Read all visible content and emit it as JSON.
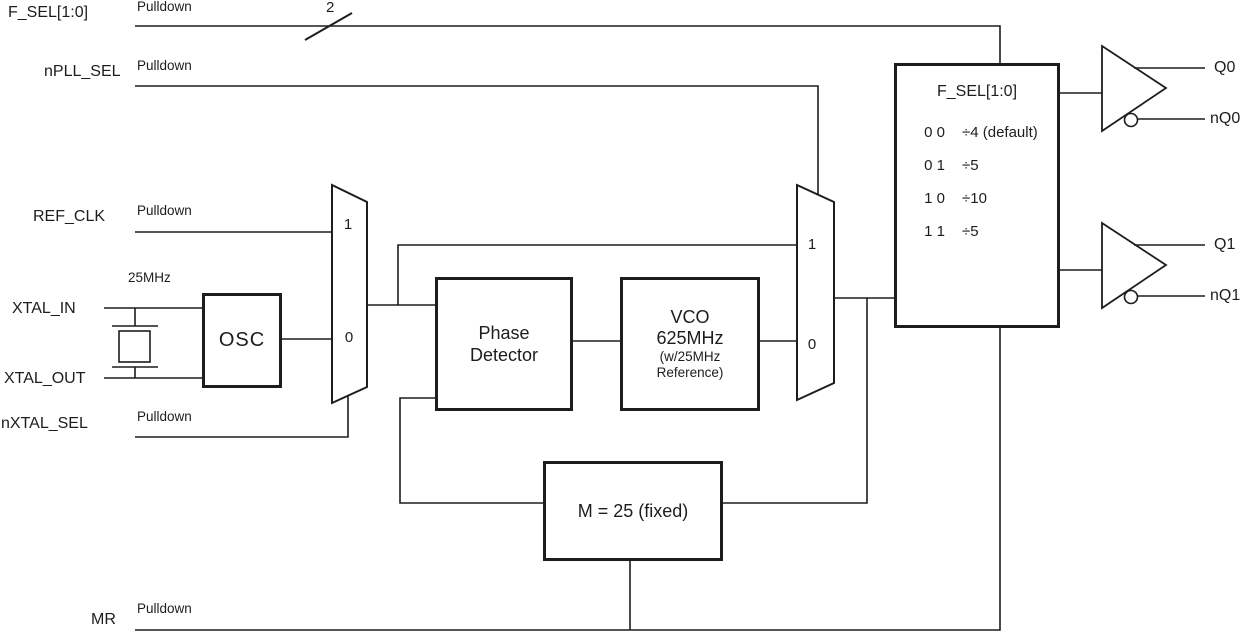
{
  "colors": {
    "ink": "#1d1d1b",
    "background": "#ffffff"
  },
  "inputs": {
    "f_sel": {
      "label": "F_SEL[1:0]",
      "pulldown": "Pulldown",
      "bus_width": "2"
    },
    "npll_sel": {
      "label": "nPLL_SEL",
      "pulldown": "Pulldown"
    },
    "ref_clk": {
      "label": "REF_CLK",
      "pulldown": "Pulldown"
    },
    "xtal_in": {
      "label": "XTAL_IN"
    },
    "xtal_out": {
      "label": "XTAL_OUT"
    },
    "nxtal_sel": {
      "label": "nXTAL_SEL",
      "pulldown": "Pulldown"
    },
    "mr": {
      "label": "MR",
      "pulldown": "Pulldown"
    },
    "xtal_freq": "25MHz"
  },
  "blocks": {
    "osc": {
      "label": "OSC"
    },
    "phase_detector": {
      "label": "Phase\nDetector"
    },
    "vco": {
      "title": "VCO",
      "freq": "625MHz",
      "note_line1": "(w/25MHz",
      "note_line2": "Reference)"
    },
    "feedback_divider": {
      "label": "M = 25 (fixed)"
    },
    "output_divider": {
      "title": "F_SEL[1:0]",
      "rows": [
        {
          "bits": "0 0",
          "divide": "÷4 (default)"
        },
        {
          "bits": "0 1",
          "divide": "÷5"
        },
        {
          "bits": "1 0",
          "divide": "÷10"
        },
        {
          "bits": "1 1",
          "divide": "÷5"
        }
      ]
    }
  },
  "muxes": {
    "ref_mux": {
      "in1": "1",
      "in0": "0"
    },
    "pll_bypass_mux": {
      "in1": "1",
      "in0": "0"
    }
  },
  "outputs": {
    "q0": "Q0",
    "nq0": "nQ0",
    "q1": "Q1",
    "nq1": "nQ1"
  }
}
